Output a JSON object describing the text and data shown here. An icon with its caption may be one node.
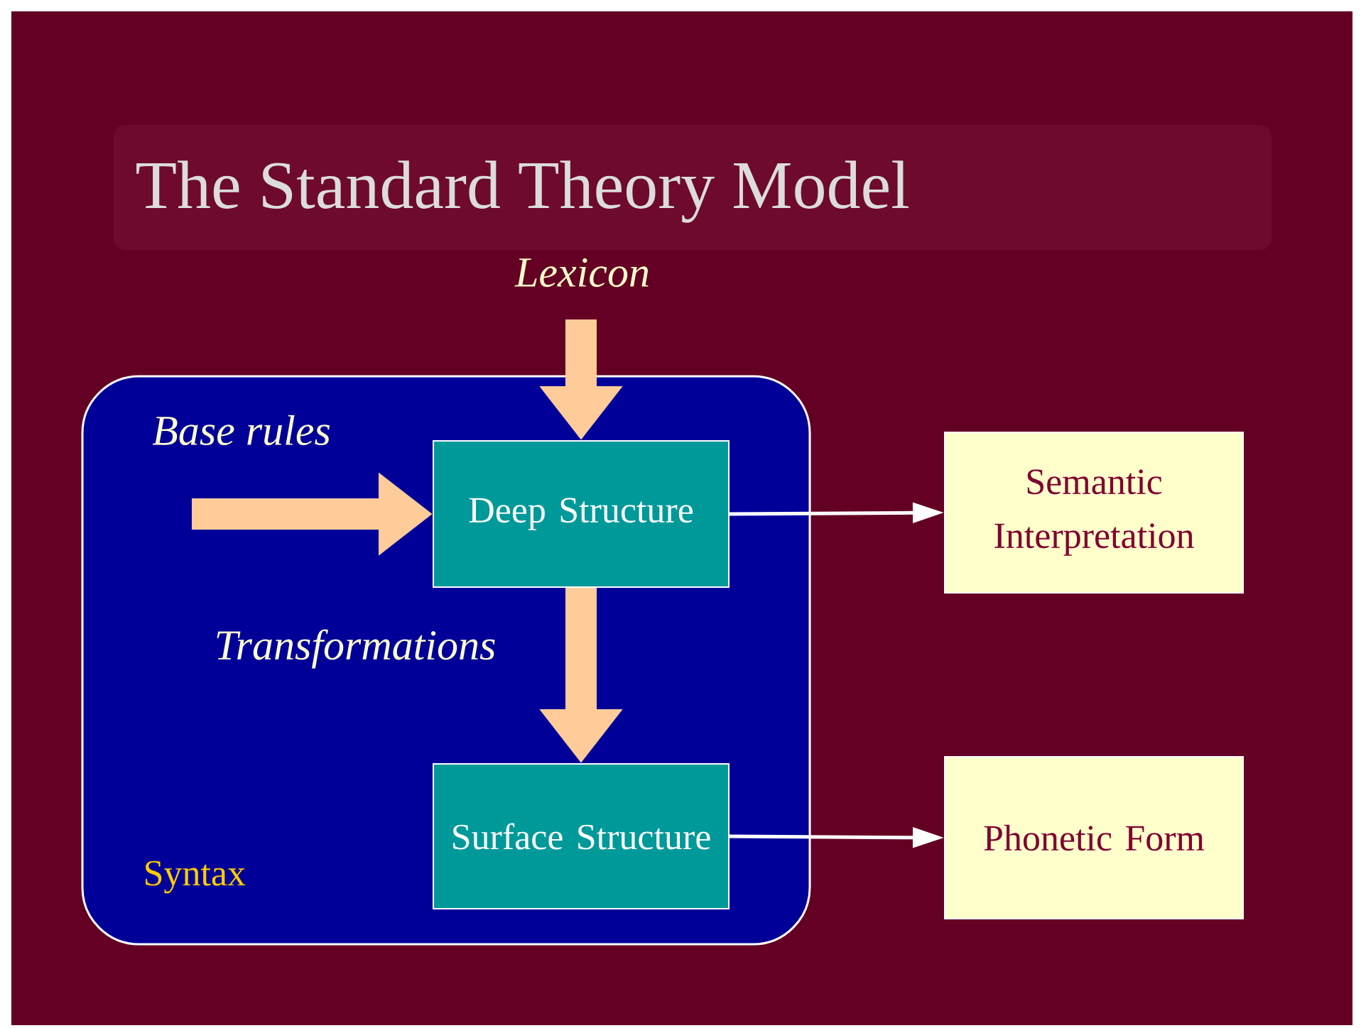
{
  "diagram": {
    "title": "The Standard Theory Model",
    "nodes": [
      {
        "text": [
          "Syntax"
        ]
      },
      {
        "text": [
          "Deep Structure"
        ],
        "in": 0
      },
      {
        "text": [
          "Surface Structure"
        ],
        "in": 0
      },
      {
        "text": [
          "Semantic Interpretation"
        ]
      },
      {
        "text": [
          "Phonetic Form"
        ]
      }
    ],
    "edges": [
      {
        "from": null,
        "to": 1,
        "arrow": "to",
        "label": "Lexicon"
      },
      {
        "from": null,
        "to": 1,
        "arrow": "to",
        "label": "Base rules"
      },
      {
        "from": 1,
        "to": 2,
        "arrow": "to",
        "label": "Transformations"
      },
      {
        "from": 1,
        "to": 3,
        "arrow": "to",
        "color": "#ffffff"
      },
      {
        "from": 2,
        "to": 4,
        "arrow": "to",
        "color": "#ffffff"
      }
    ]
  }
}
